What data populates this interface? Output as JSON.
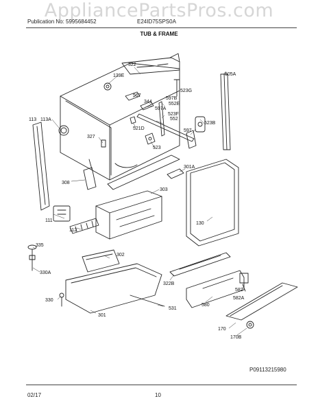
{
  "watermark": "AppliancePartsPros.com",
  "header": {
    "publication": "Publication No: 5995684452",
    "model": "E24ID75SPS0A",
    "section_title": "TUB & FRAME"
  },
  "diagram": {
    "reference": "P09113215980",
    "callouts": [
      "322",
      "139E",
      "567",
      "523G",
      "505A",
      "597B",
      "344",
      "552E",
      "523F",
      "552",
      "597A",
      "523B",
      "113",
      "113A",
      "521D",
      "597",
      "327",
      "523",
      "301A",
      "308",
      "303",
      "130",
      "111",
      "112",
      "335",
      "302",
      "330A",
      "322B",
      "582",
      "582A",
      "580",
      "330",
      "531",
      "301",
      "170",
      "170B"
    ]
  },
  "footer": {
    "date": "02/17",
    "page": "10"
  }
}
